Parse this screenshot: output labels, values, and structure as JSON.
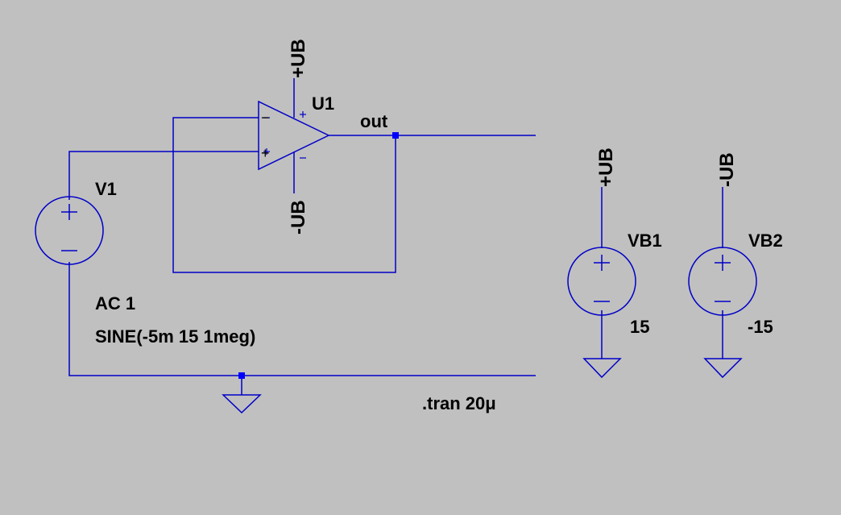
{
  "colors": {
    "background": "#c0c0c0",
    "wire": "#0000c8",
    "junction": "#0000ff",
    "text": "#000000"
  },
  "components": {
    "opamp": {
      "name": "U1",
      "plus_sign": "+",
      "minus_sign": "−"
    },
    "v1": {
      "name": "V1",
      "spec_1": "AC 1",
      "spec_2": "SINE(-5m 15 1meg)"
    },
    "vb1": {
      "name": "VB1",
      "value": "15"
    },
    "vb2": {
      "name": "VB2",
      "value": "-15"
    }
  },
  "net_labels": {
    "opamp_pos_supply": "+UB",
    "opamp_neg_supply": "-UB",
    "vb1_supply": "+UB",
    "vb2_supply": "-UB",
    "output": "out"
  },
  "directives": {
    "tran": ".tran 20μ"
  }
}
